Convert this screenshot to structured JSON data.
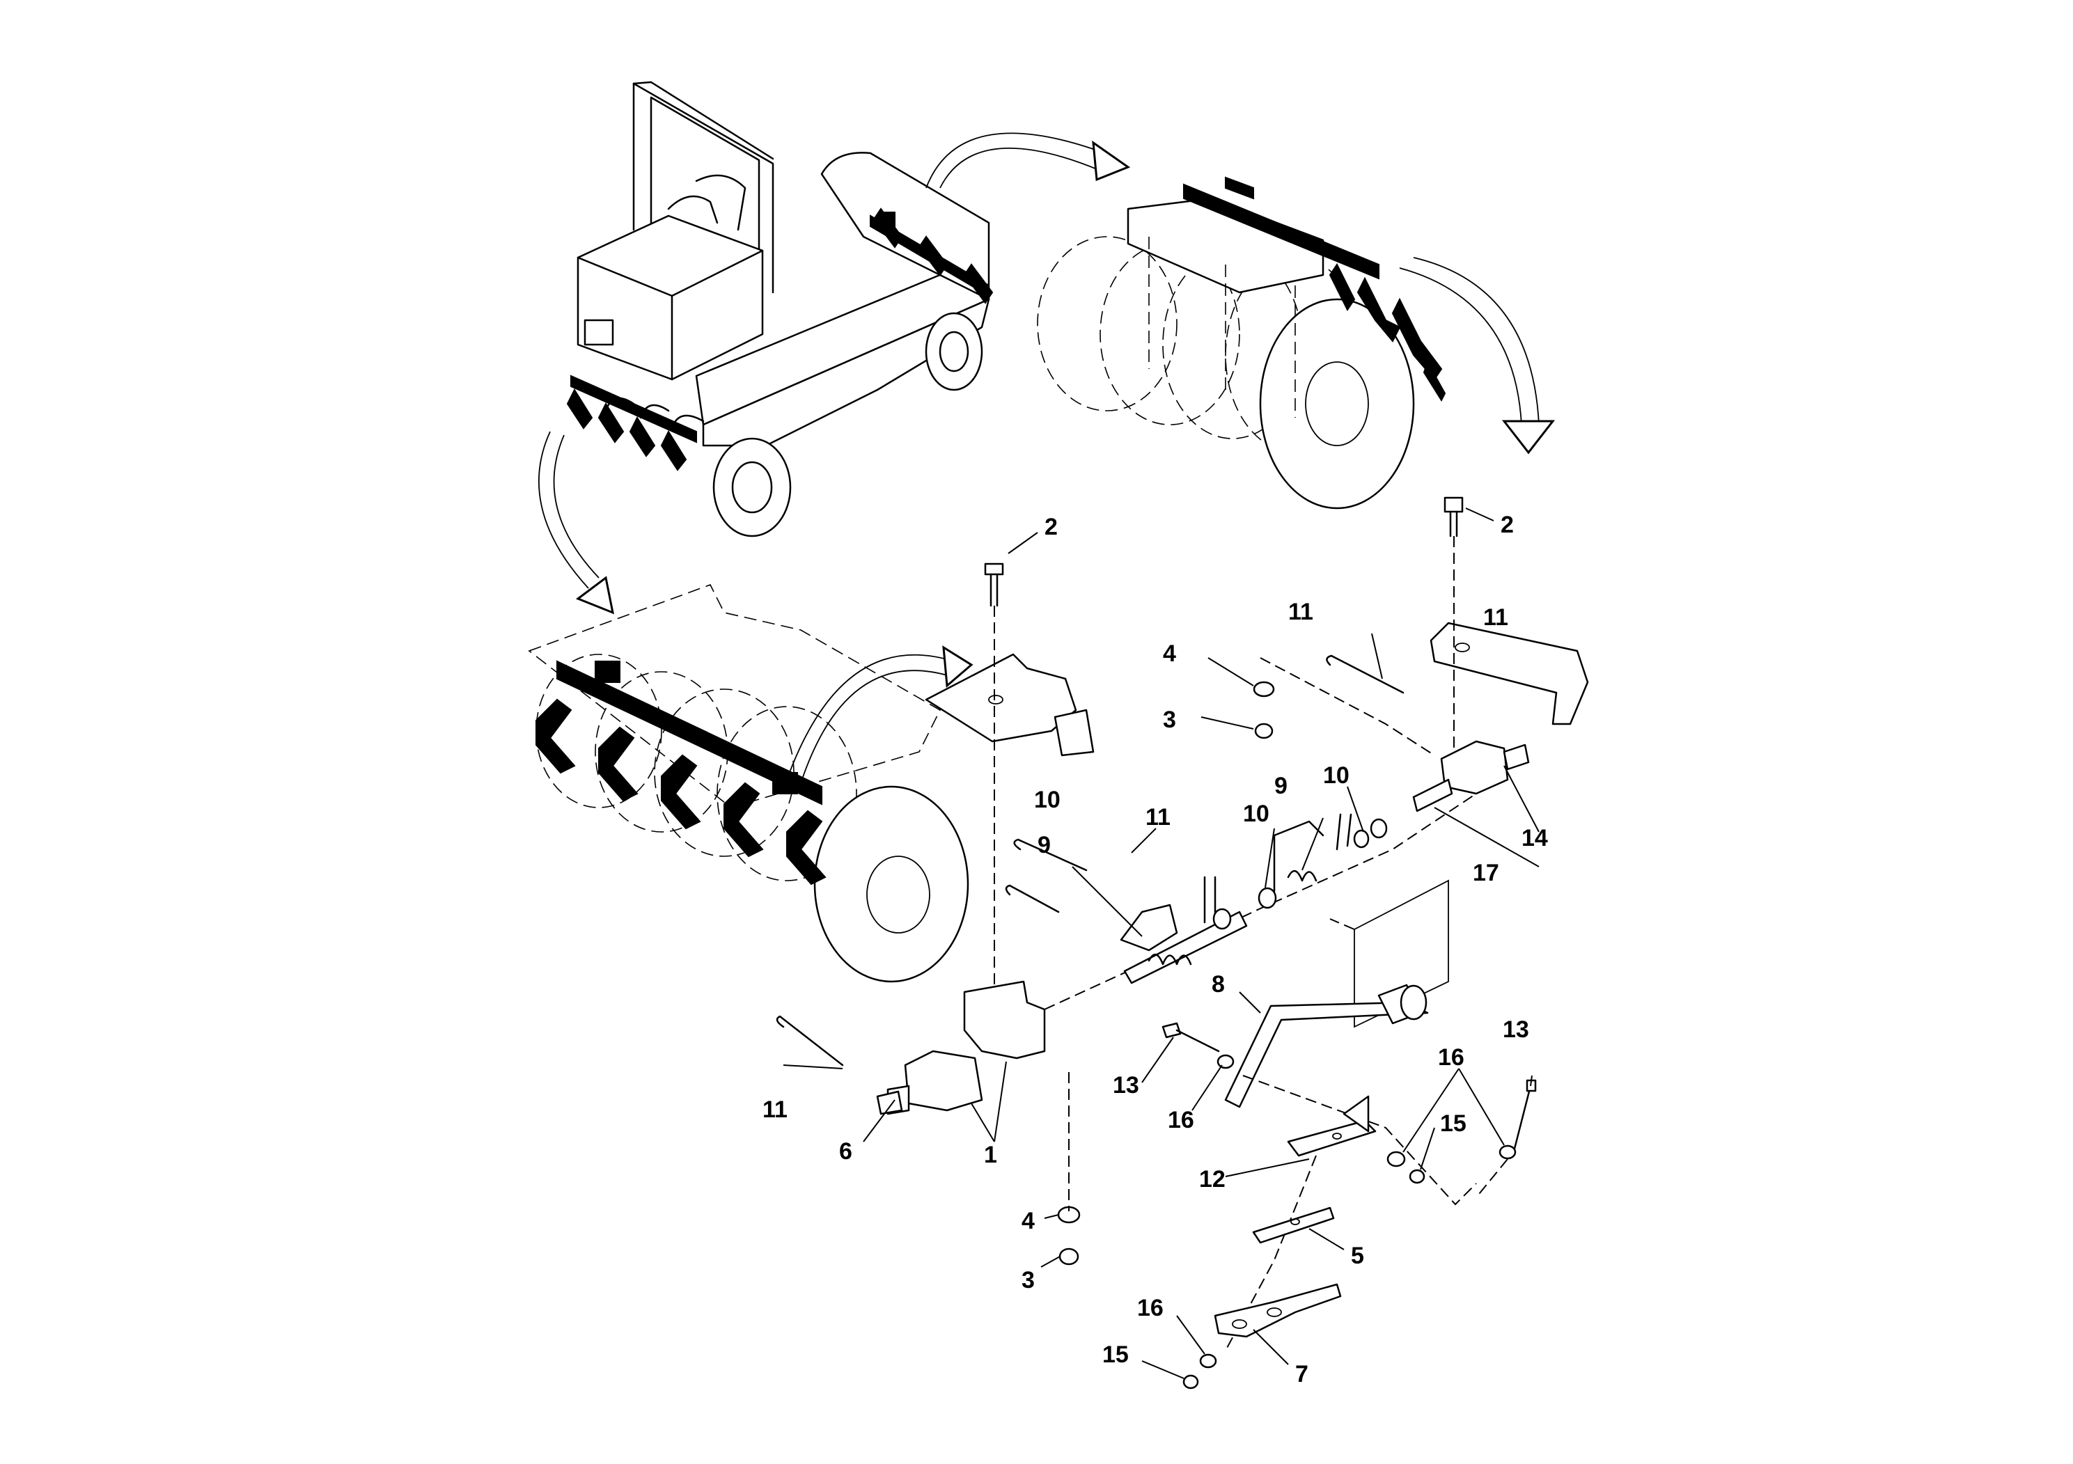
{
  "callouts": {
    "c1": "1",
    "c2a": "2",
    "c2b": "2",
    "c3a": "3",
    "c3b": "3",
    "c4a": "4",
    "c4b": "4",
    "c5": "5",
    "c6": "6",
    "c7": "7",
    "c8": "8",
    "c9a": "9",
    "c9b": "9",
    "c10a": "10",
    "c10b": "10",
    "c10c": "10",
    "c11a": "11",
    "c11b": "11",
    "c11c": "11",
    "c11d": "11",
    "c12": "12",
    "c13a": "13",
    "c13b": "13",
    "c14": "14",
    "c15a": "15",
    "c15b": "15",
    "c16a": "16",
    "c16b": "16",
    "c16c": "16",
    "c17": "17"
  }
}
